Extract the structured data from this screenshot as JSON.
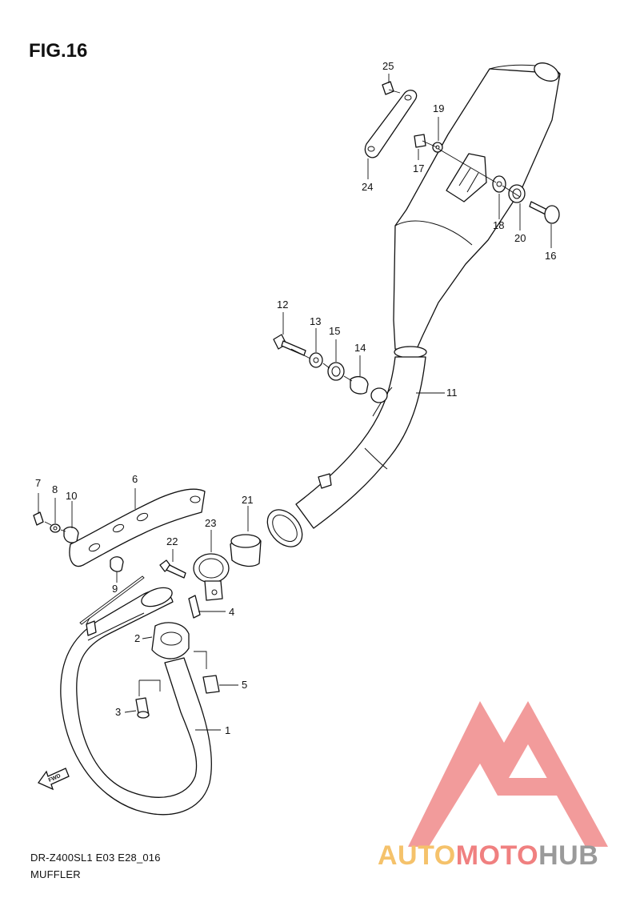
{
  "figure": {
    "title": "FIG.16",
    "model_code": "DR-Z400SL1 E03 E28_016",
    "section_name": "MUFFLER",
    "fwd_marker": "FWD"
  },
  "callouts": [
    {
      "id": "c1",
      "label": "1"
    },
    {
      "id": "c2",
      "label": "2"
    },
    {
      "id": "c3",
      "label": "3"
    },
    {
      "id": "c4",
      "label": "4"
    },
    {
      "id": "c5",
      "label": "5"
    },
    {
      "id": "c6",
      "label": "6"
    },
    {
      "id": "c7",
      "label": "7"
    },
    {
      "id": "c8",
      "label": "8"
    },
    {
      "id": "c9",
      "label": "9"
    },
    {
      "id": "c10",
      "label": "10"
    },
    {
      "id": "c11",
      "label": "11"
    },
    {
      "id": "c12",
      "label": "12"
    },
    {
      "id": "c13",
      "label": "13"
    },
    {
      "id": "c14",
      "label": "14"
    },
    {
      "id": "c15",
      "label": "15"
    },
    {
      "id": "c16",
      "label": "16"
    },
    {
      "id": "c17",
      "label": "17"
    },
    {
      "id": "c18",
      "label": "18"
    },
    {
      "id": "c19",
      "label": "19"
    },
    {
      "id": "c20",
      "label": "20"
    },
    {
      "id": "c21",
      "label": "21"
    },
    {
      "id": "c22",
      "label": "22"
    },
    {
      "id": "c23",
      "label": "23"
    },
    {
      "id": "c24",
      "label": "24"
    },
    {
      "id": "c25",
      "label": "25"
    }
  ],
  "watermark": {
    "part1": "AUTO",
    "part2": "MOTO",
    "part3": "HUB",
    "colors": {
      "logo": "#f08a8a",
      "part1": "#f5c26b",
      "part2": "#f08080",
      "part3": "#9a9a9a"
    }
  }
}
